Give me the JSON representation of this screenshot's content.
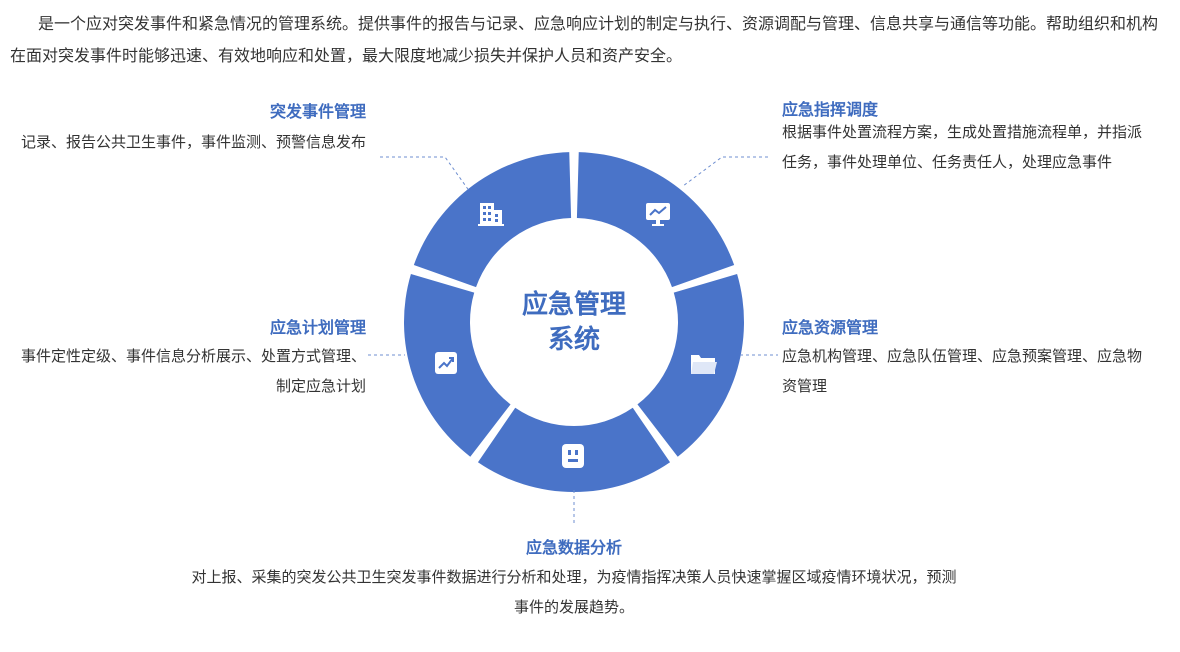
{
  "intro_text": "是一个应对突发事件和紧急情况的管理系统。提供事件的报告与记录、应急响应计划的制定与执行、资源调配与管理、信息共享与通信等功能。帮助组织和机构在面对突发事件时能够迅速、有效地响应和处置，最大限度地减少损失并保护人员和资产安全。",
  "center": {
    "line1": "应急管理",
    "line2": "系统"
  },
  "modules": {
    "incident": {
      "title": "突发事件管理",
      "desc": "记录、报告公共卫生事件，事件监测、预警信息发布",
      "icon": "building-icon"
    },
    "dispatch": {
      "title": "应急指挥调度",
      "desc": "根据事件处置流程方案，生成处置措施流程单，并指派任务，事件处理单位、任务责任人，处理应急事件",
      "icon": "monitor-chart-icon"
    },
    "plan": {
      "title": "应急计划管理",
      "desc": "事件定性定级、事件信息分析展示、处置方式管理、制定应急计划",
      "icon": "trend-chart-icon"
    },
    "resource": {
      "title": "应急资源管理",
      "desc": "应急机构管理、应急队伍管理、应急预案管理、应急物资管理",
      "icon": "folder-icon"
    },
    "analysis": {
      "title": "应急数据分析",
      "desc": "对上报、采集的突发公共卫生突发事件数据进行分析和处理，为疫情指挥决策人员快速掌握区域疫情环境状况，预测事件的发展趋势。",
      "icon": "clipboard-icon"
    }
  },
  "colors": {
    "segment": "#4a74c9",
    "title": "#3f6cbf",
    "center_text": "#3f6cbf",
    "connector": "#6f8fd0"
  }
}
